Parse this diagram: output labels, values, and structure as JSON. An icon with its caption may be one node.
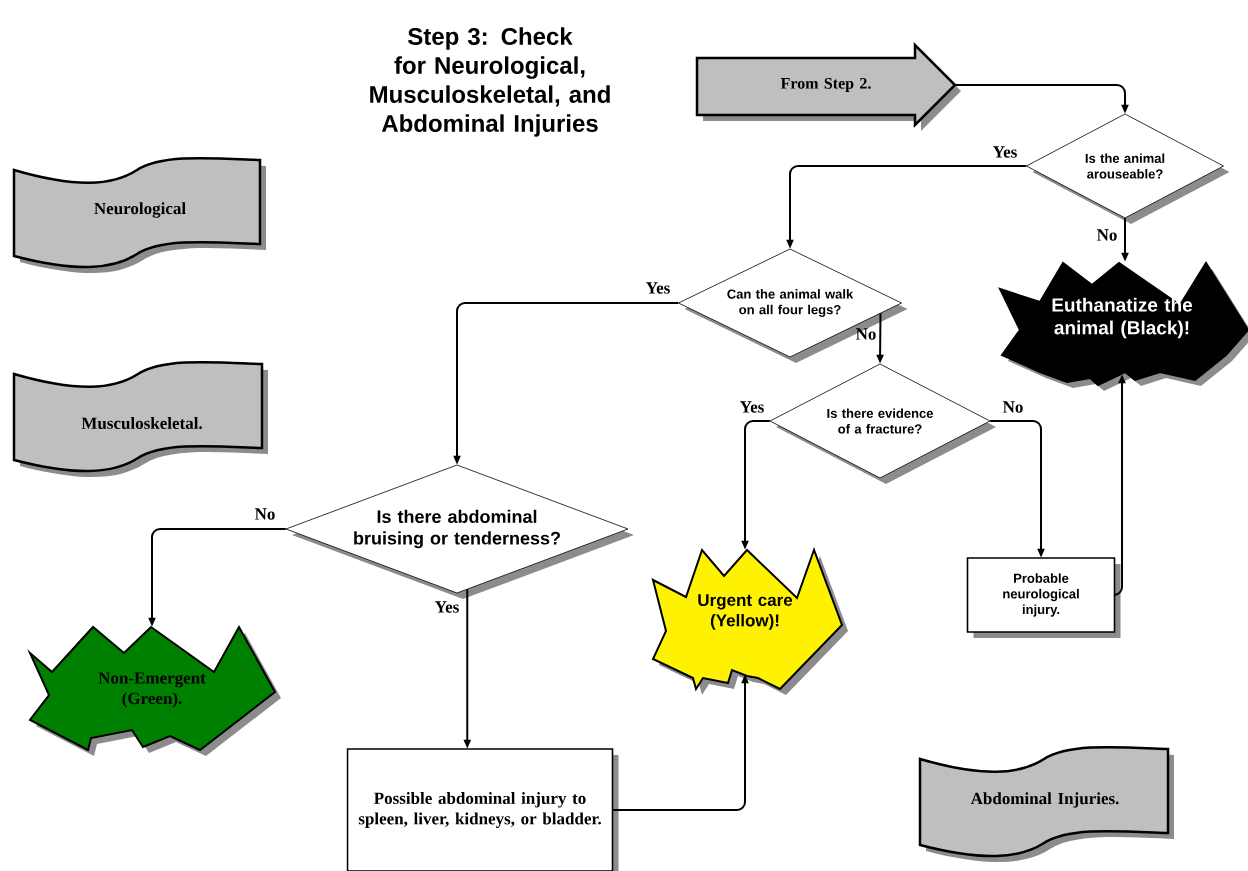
{
  "diagram": {
    "title": "Step 3: Check for Neurological, Musculoskeletal, and Abdominal Injuries",
    "nodes": [
      {
        "text": [
          "From Step 2."
        ]
      },
      {
        "text": [
          "Is the animal arouseable?"
        ]
      },
      {
        "text": [
          "Euthanatize the animal (Black)!"
        ]
      },
      {
        "text": [
          "Can the animal walk on all four legs?"
        ]
      },
      {
        "text": [
          "Is there evidence of a fracture?"
        ]
      },
      {
        "text": [
          "Probable neurological injury."
        ]
      },
      {
        "text": [
          "Is there abdominal bruising or tenderness?"
        ]
      },
      {
        "text": [
          "Non-Emergent (Green)."
        ]
      },
      {
        "text": [
          "Urgent care (Yellow)!"
        ]
      },
      {
        "text": [
          "Possible abdominal injury to spleen, liver, kidneys, or bladder."
        ]
      },
      {
        "text": [
          "Neurological"
        ]
      },
      {
        "text": [
          "Musculoskeletal."
        ]
      },
      {
        "text": [
          "Abdominal Injuries."
        ]
      }
    ],
    "edges": [
      {
        "from": 0,
        "to": 1,
        "arrow": "to"
      },
      {
        "from": 1,
        "to": 3,
        "arrow": "to",
        "label": "Yes"
      },
      {
        "from": 1,
        "to": 2,
        "arrow": "to",
        "label": "No"
      },
      {
        "from": 3,
        "to": 6,
        "arrow": "to",
        "label": "Yes"
      },
      {
        "from": 3,
        "to": 4,
        "arrow": "to",
        "label": "No"
      },
      {
        "from": 4,
        "to": 8,
        "arrow": "to",
        "label": "Yes"
      },
      {
        "from": 4,
        "to": 5,
        "arrow": "to",
        "label": "No"
      },
      {
        "from": 5,
        "to": 2,
        "arrow": "to"
      },
      {
        "from": 6,
        "to": 7,
        "arrow": "to",
        "label": "No"
      },
      {
        "from": 6,
        "to": 9,
        "arrow": "to",
        "label": "Yes"
      },
      {
        "from": 9,
        "to": 8,
        "arrow": "to"
      }
    ]
  }
}
